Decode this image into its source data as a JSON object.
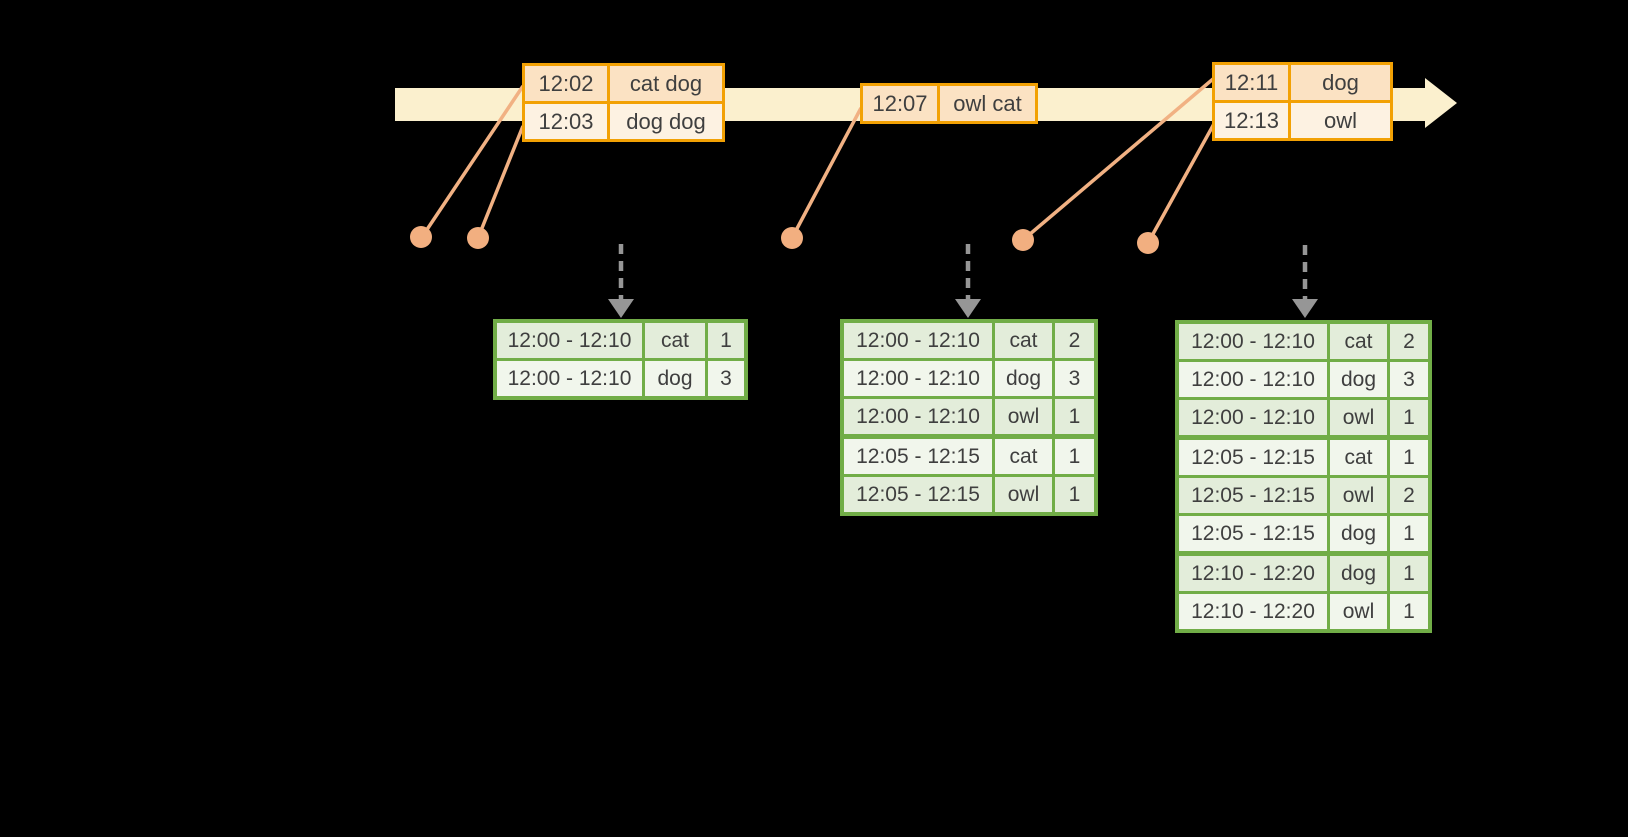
{
  "colors": {
    "background": "#000000",
    "timeline_fill": "#FBF0CE",
    "input_table_border": "#F2A104",
    "input_row_dark": "#FBE2C3",
    "input_row_light": "#FDF2E2",
    "event_accent": "#F2AF80",
    "result_table_border": "#71AD47",
    "result_row_dark": "#E3EDDA",
    "result_row_light": "#F1F6EC",
    "trigger_arrow_gray": "#969696",
    "table_text": "#3F3F3F"
  },
  "icons": {
    "timeline_arrow": "block-arrow-right",
    "event_dot": "filled-circle",
    "event_connector": "diagonal-line",
    "trigger_arrow": "dashed-arrow-down"
  },
  "input_tables": [
    {
      "name": "input-batch-1",
      "rows": [
        {
          "time": "12:02",
          "words": "cat dog"
        },
        {
          "time": "12:03",
          "words": "dog dog"
        }
      ]
    },
    {
      "name": "input-batch-2",
      "rows": [
        {
          "time": "12:07",
          "words": "owl cat"
        }
      ]
    },
    {
      "name": "input-batch-3",
      "rows": [
        {
          "time": "12:11",
          "words": "dog"
        },
        {
          "time": "12:13",
          "words": "owl"
        }
      ]
    }
  ],
  "result_tables": [
    {
      "name": "result-after-trigger-1",
      "rows": [
        {
          "window": "12:00 - 12:10",
          "word": "cat",
          "count": 1
        },
        {
          "window": "12:00 - 12:10",
          "word": "dog",
          "count": 3
        }
      ]
    },
    {
      "name": "result-after-trigger-2",
      "rows": [
        {
          "window": "12:00 - 12:10",
          "word": "cat",
          "count": 2
        },
        {
          "window": "12:00 - 12:10",
          "word": "dog",
          "count": 3
        },
        {
          "window": "12:00 - 12:10",
          "word": "owl",
          "count": 1
        },
        {
          "window": "12:05 - 12:15",
          "word": "cat",
          "count": 1
        },
        {
          "window": "12:05 - 12:15",
          "word": "owl",
          "count": 1
        }
      ]
    },
    {
      "name": "result-after-trigger-3",
      "rows": [
        {
          "window": "12:00 - 12:10",
          "word": "cat",
          "count": 2
        },
        {
          "window": "12:00 - 12:10",
          "word": "dog",
          "count": 3
        },
        {
          "window": "12:00 - 12:10",
          "word": "owl",
          "count": 1
        },
        {
          "window": "12:05 - 12:15",
          "word": "cat",
          "count": 1
        },
        {
          "window": "12:05 - 12:15",
          "word": "owl",
          "count": 2
        },
        {
          "window": "12:05 - 12:15",
          "word": "dog",
          "count": 1
        },
        {
          "window": "12:10 - 12:20",
          "word": "dog",
          "count": 1
        },
        {
          "window": "12:10 - 12:20",
          "word": "owl",
          "count": 1
        }
      ]
    }
  ]
}
